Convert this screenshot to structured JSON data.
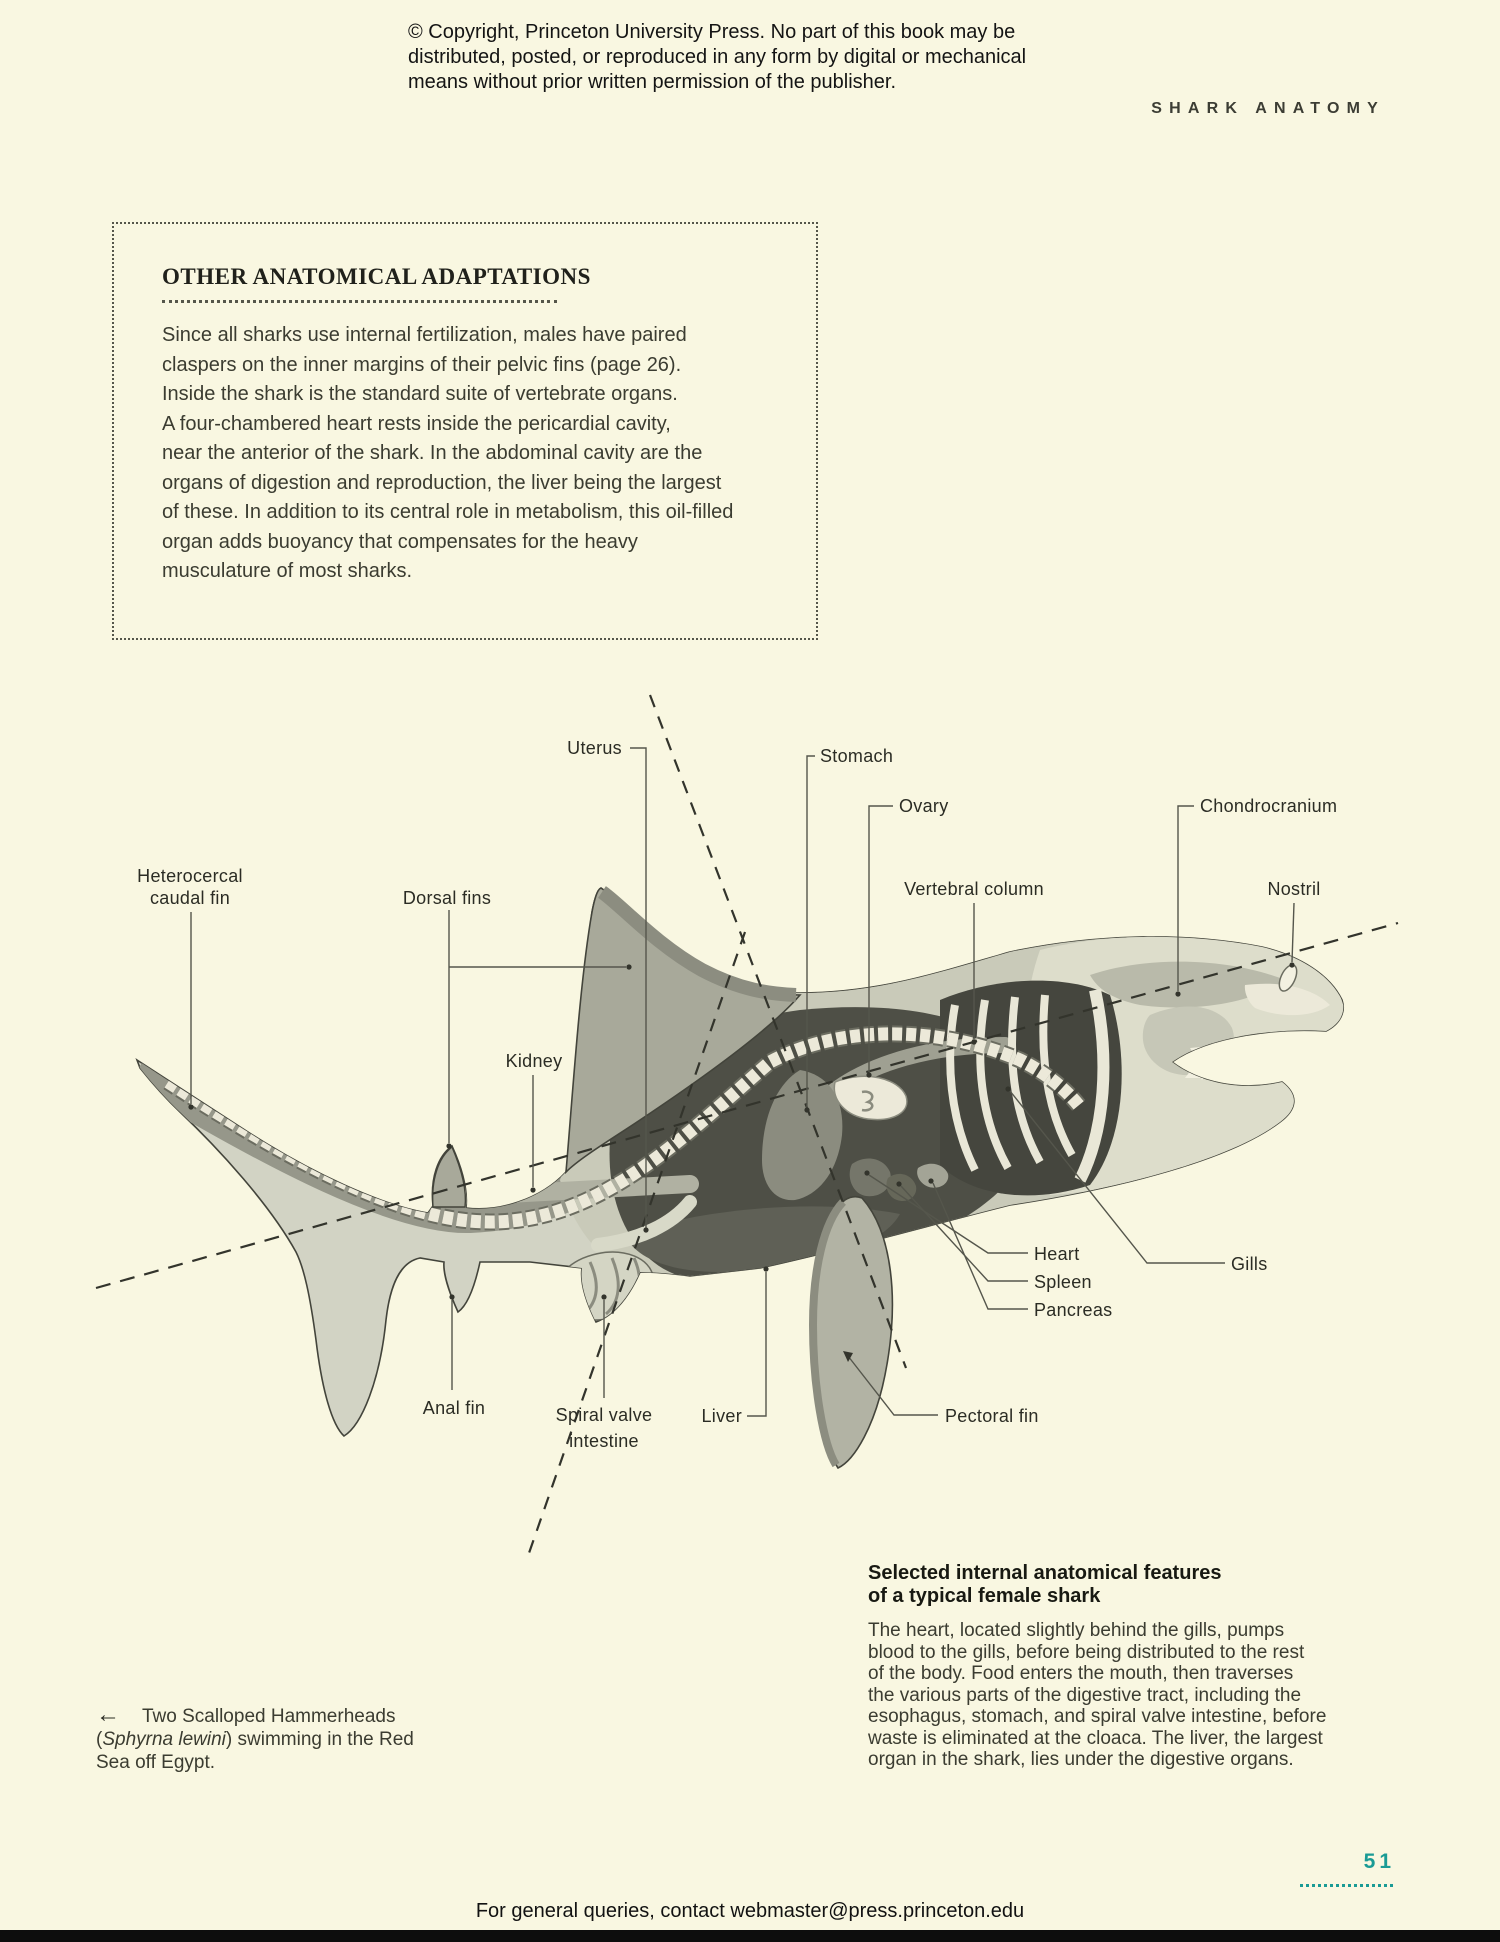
{
  "colors": {
    "page_background": "#f9f7e1",
    "accent_teal": "#1a9b95",
    "ink": "#2b2c24"
  },
  "page": {
    "copyright_lines": [
      "© Copyright, Princeton University Press. No part of this book may be",
      "distributed, posted, or reproduced in any form by digital or mechanical",
      "means without prior written permission of the publisher."
    ],
    "running_head": "SHARK ANATOMY",
    "footer": "For general queries, contact webmaster@press.princeton.edu",
    "page_number": "51"
  },
  "info_box": {
    "title": "OTHER ANATOMICAL ADAPTATIONS",
    "body_lines": [
      "Since all sharks use internal fertilization, males have paired",
      "claspers on the inner margins of their pelvic fins (page 26).",
      "Inside the shark is the standard suite of vertebrate organs.",
      "A four-chambered heart rests inside the pericardial cavity,",
      "near the anterior of the shark. In the abdominal cavity are the",
      "organs of digestion and reproduction, the liver being the largest",
      "of these. In addition to its central role in metabolism, this oil-filled",
      "organ adds buoyancy that compensates for the heavy",
      "musculature of most sharks."
    ]
  },
  "diagram": {
    "labels": {
      "uterus": "Uterus",
      "stomach": "Stomach",
      "ovary": "Ovary",
      "chondrocranium": "Chondrocranium",
      "vertebral_column": "Vertebral column",
      "nostril": "Nostril",
      "heterocercal_line1": "Heterocercal",
      "heterocercal_line2": "caudal fin",
      "dorsal_fins": "Dorsal fins",
      "kidney": "Kidney",
      "heart": "Heart",
      "spleen": "Spleen",
      "pancreas": "Pancreas",
      "gills": "Gills",
      "anal_fin": "Anal fin",
      "spiral_line1": "Spiral valve",
      "spiral_line2": "intestine",
      "liver": "Liver",
      "pectoral_fin": "Pectoral fin"
    }
  },
  "feature_note": {
    "title_line1": "Selected internal anatomical features",
    "title_line2": "of a typical female shark",
    "body_lines": [
      "The heart, located slightly behind the gills, pumps",
      "blood to the gills, before being distributed to the rest",
      "of the body. Food enters the mouth, then traverses",
      "the various parts of the digestive tract, including the",
      "esophagus, stomach, and spiral valve intestine, before",
      "waste is eliminated at the cloaca. The liver, the largest",
      "organ in the shark, lies under the digestive organs."
    ]
  },
  "photo_caption": {
    "arrow": "←",
    "line1": "Two Scalloped Hammerheads",
    "line2_pre": "(",
    "species": "Sphyrna lewini",
    "line2_post": ") swimming in the Red",
    "line3": "Sea off Egypt."
  }
}
